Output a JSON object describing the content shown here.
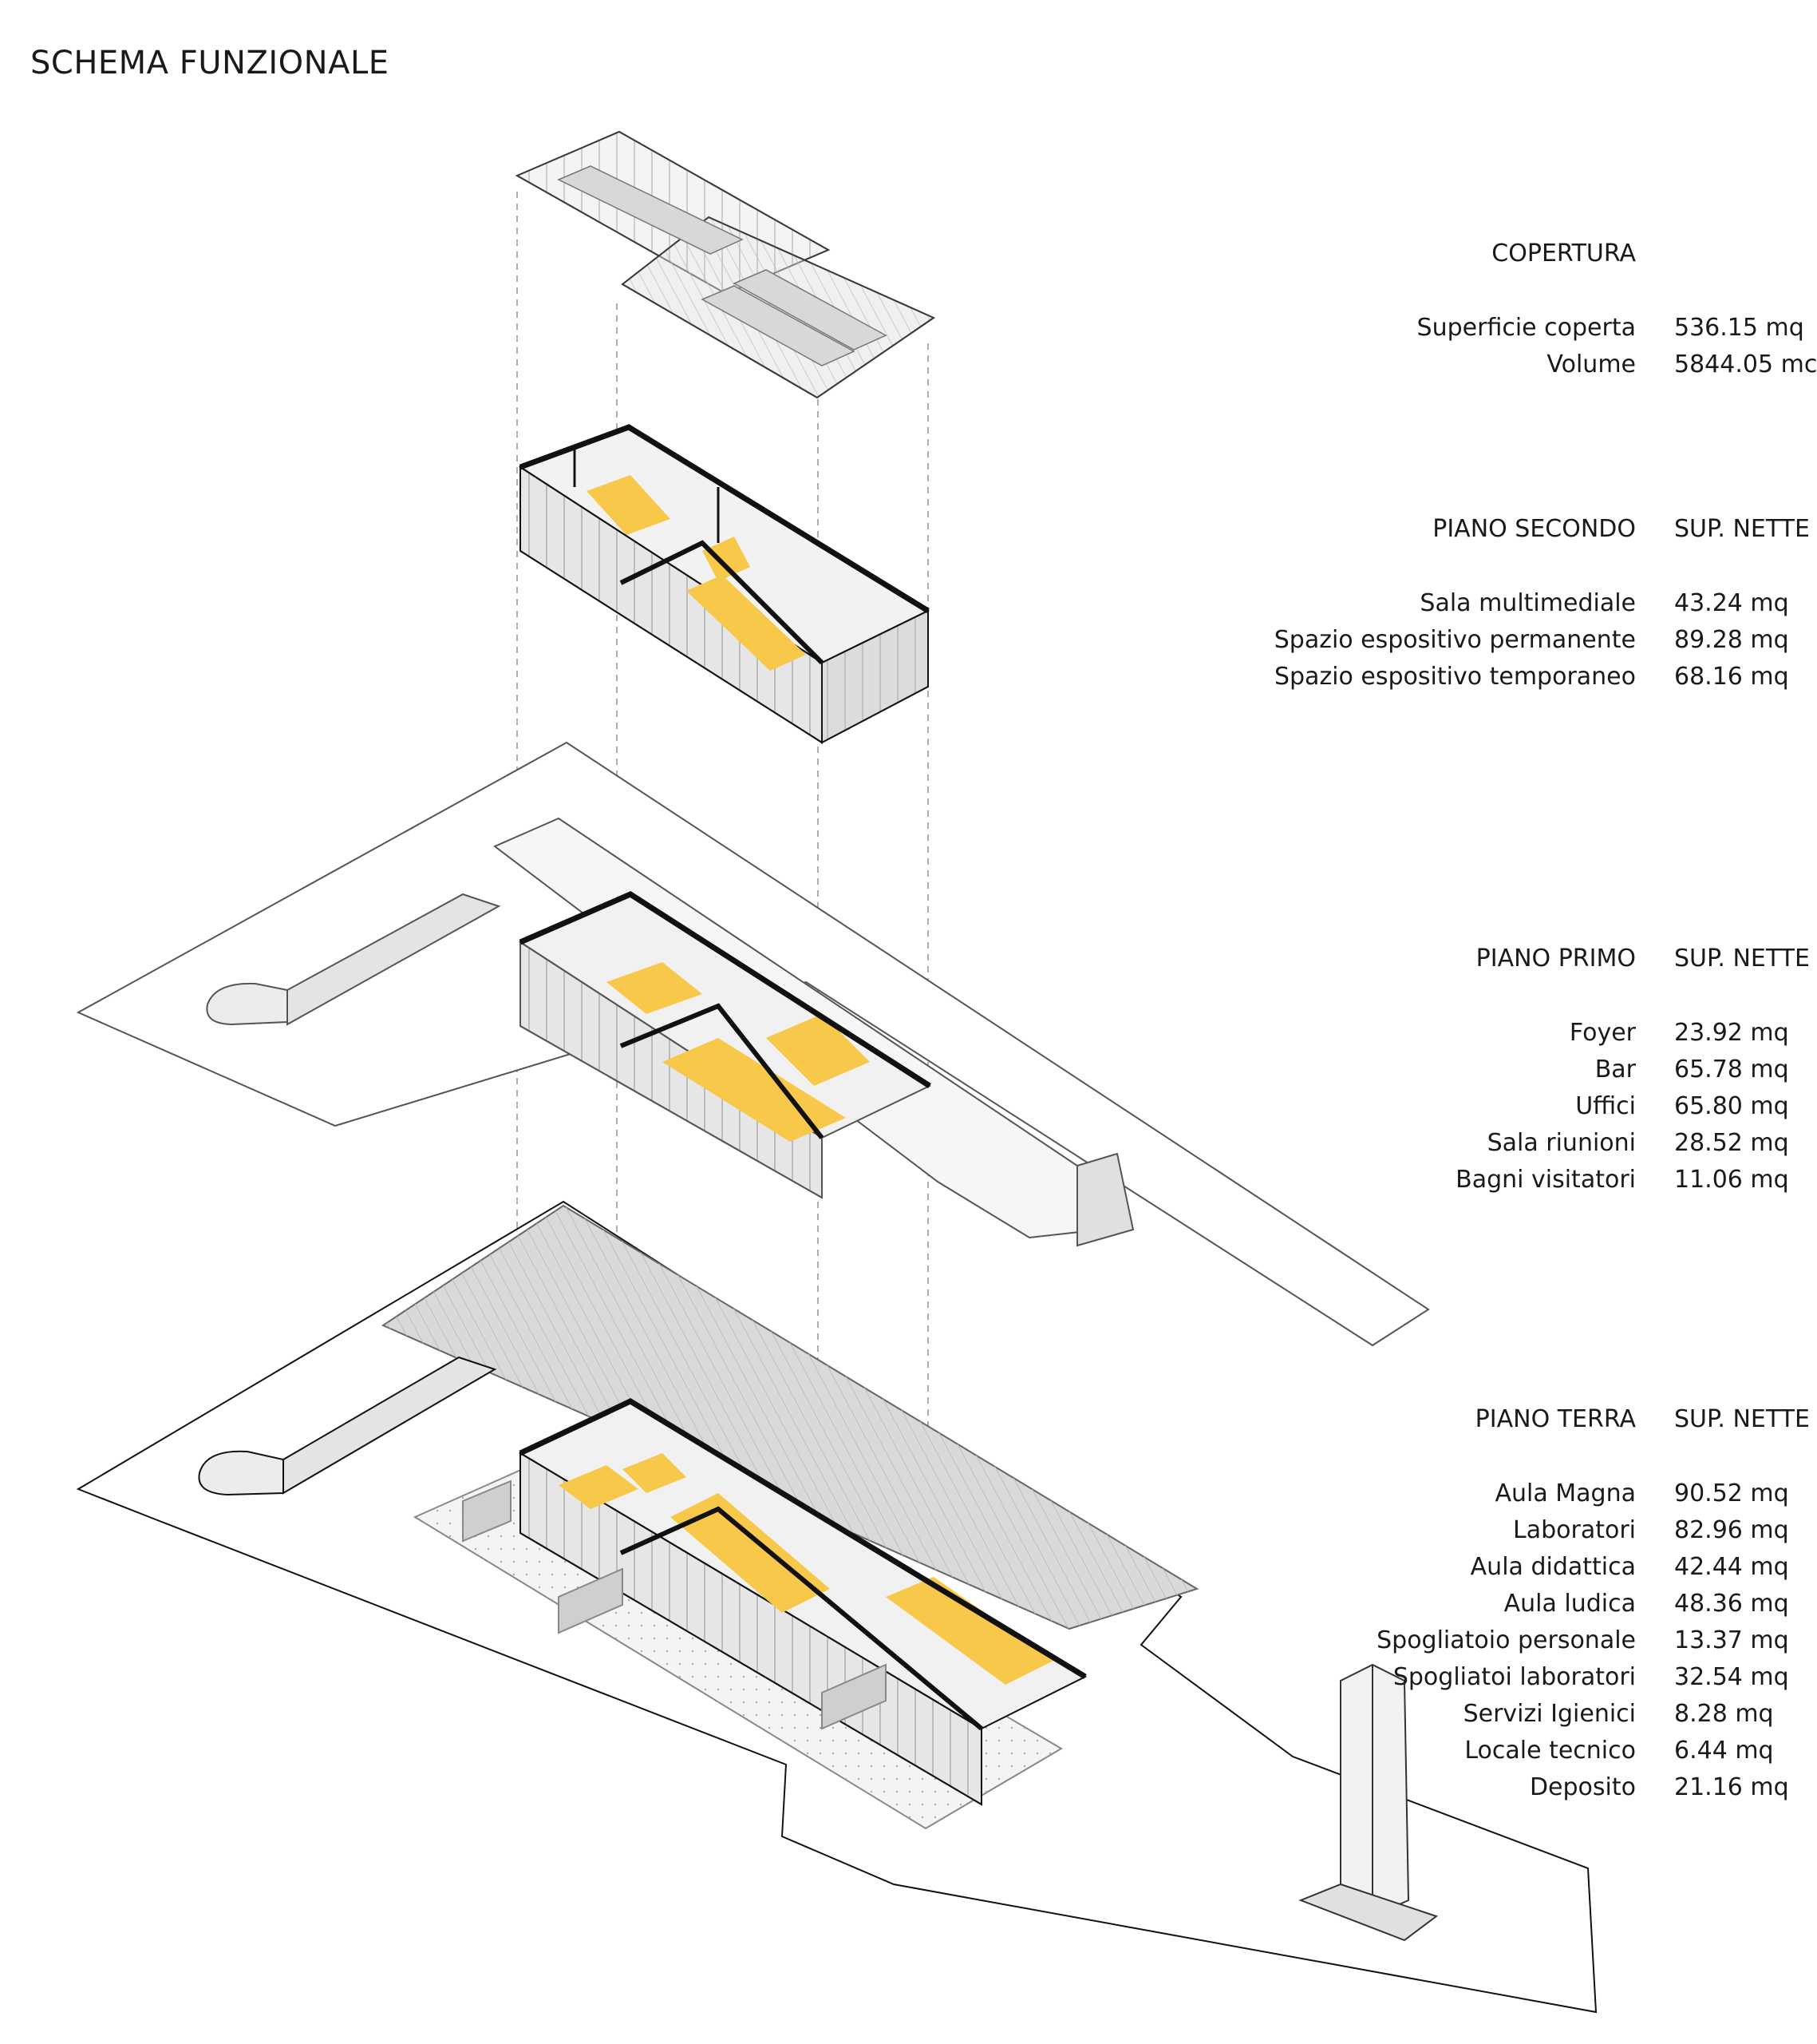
{
  "title": "SCHEMA FUNZIONALE",
  "colors": {
    "accent": "#f7c84a",
    "line": "#1a1a1a",
    "wall": "#e8e8e8",
    "ground": "#d6d6d6"
  },
  "sections": [
    {
      "name": "COPERTURA",
      "col": "",
      "rows": [
        {
          "label": "Superficie coperta",
          "value": "536.15 mq"
        },
        {
          "label": "Volume",
          "value": "5844.05 mc"
        }
      ]
    },
    {
      "name": "PIANO SECONDO",
      "col": "SUP. NETTE",
      "rows": [
        {
          "label": "Sala multimediale",
          "value": "43.24 mq"
        },
        {
          "label": "Spazio espositivo permanente",
          "value": "89.28 mq"
        },
        {
          "label": "Spazio espositivo temporaneo",
          "value": "68.16 mq"
        }
      ]
    },
    {
      "name": "PIANO PRIMO",
      "col": "SUP. NETTE",
      "rows": [
        {
          "label": "Foyer",
          "value": "23.92 mq"
        },
        {
          "label": "Bar",
          "value": "65.78 mq"
        },
        {
          "label": "Uffici",
          "value": "65.80 mq"
        },
        {
          "label": "Sala riunioni",
          "value": "28.52 mq"
        },
        {
          "label": "Bagni visitatori",
          "value": "11.06 mq"
        }
      ]
    },
    {
      "name": "PIANO TERRA",
      "col": "SUP. NETTE",
      "rows": [
        {
          "label": "Aula Magna",
          "value": "90.52 mq"
        },
        {
          "label": "Laboratori",
          "value": "82.96 mq"
        },
        {
          "label": "Aula didattica",
          "value": "42.44 mq"
        },
        {
          "label": "Aula ludica",
          "value": "48.36 mq"
        },
        {
          "label": "Spogliatoio personale",
          "value": "13.37 mq"
        },
        {
          "label": "Spogliatoi laboratori",
          "value": "32.54 mq"
        },
        {
          "label": "Servizi Igienici",
          "value": "8.28 mq"
        },
        {
          "label": "Locale tecnico",
          "value": "6.44 mq"
        },
        {
          "label": "Deposito",
          "value": "21.16 mq"
        }
      ]
    }
  ]
}
